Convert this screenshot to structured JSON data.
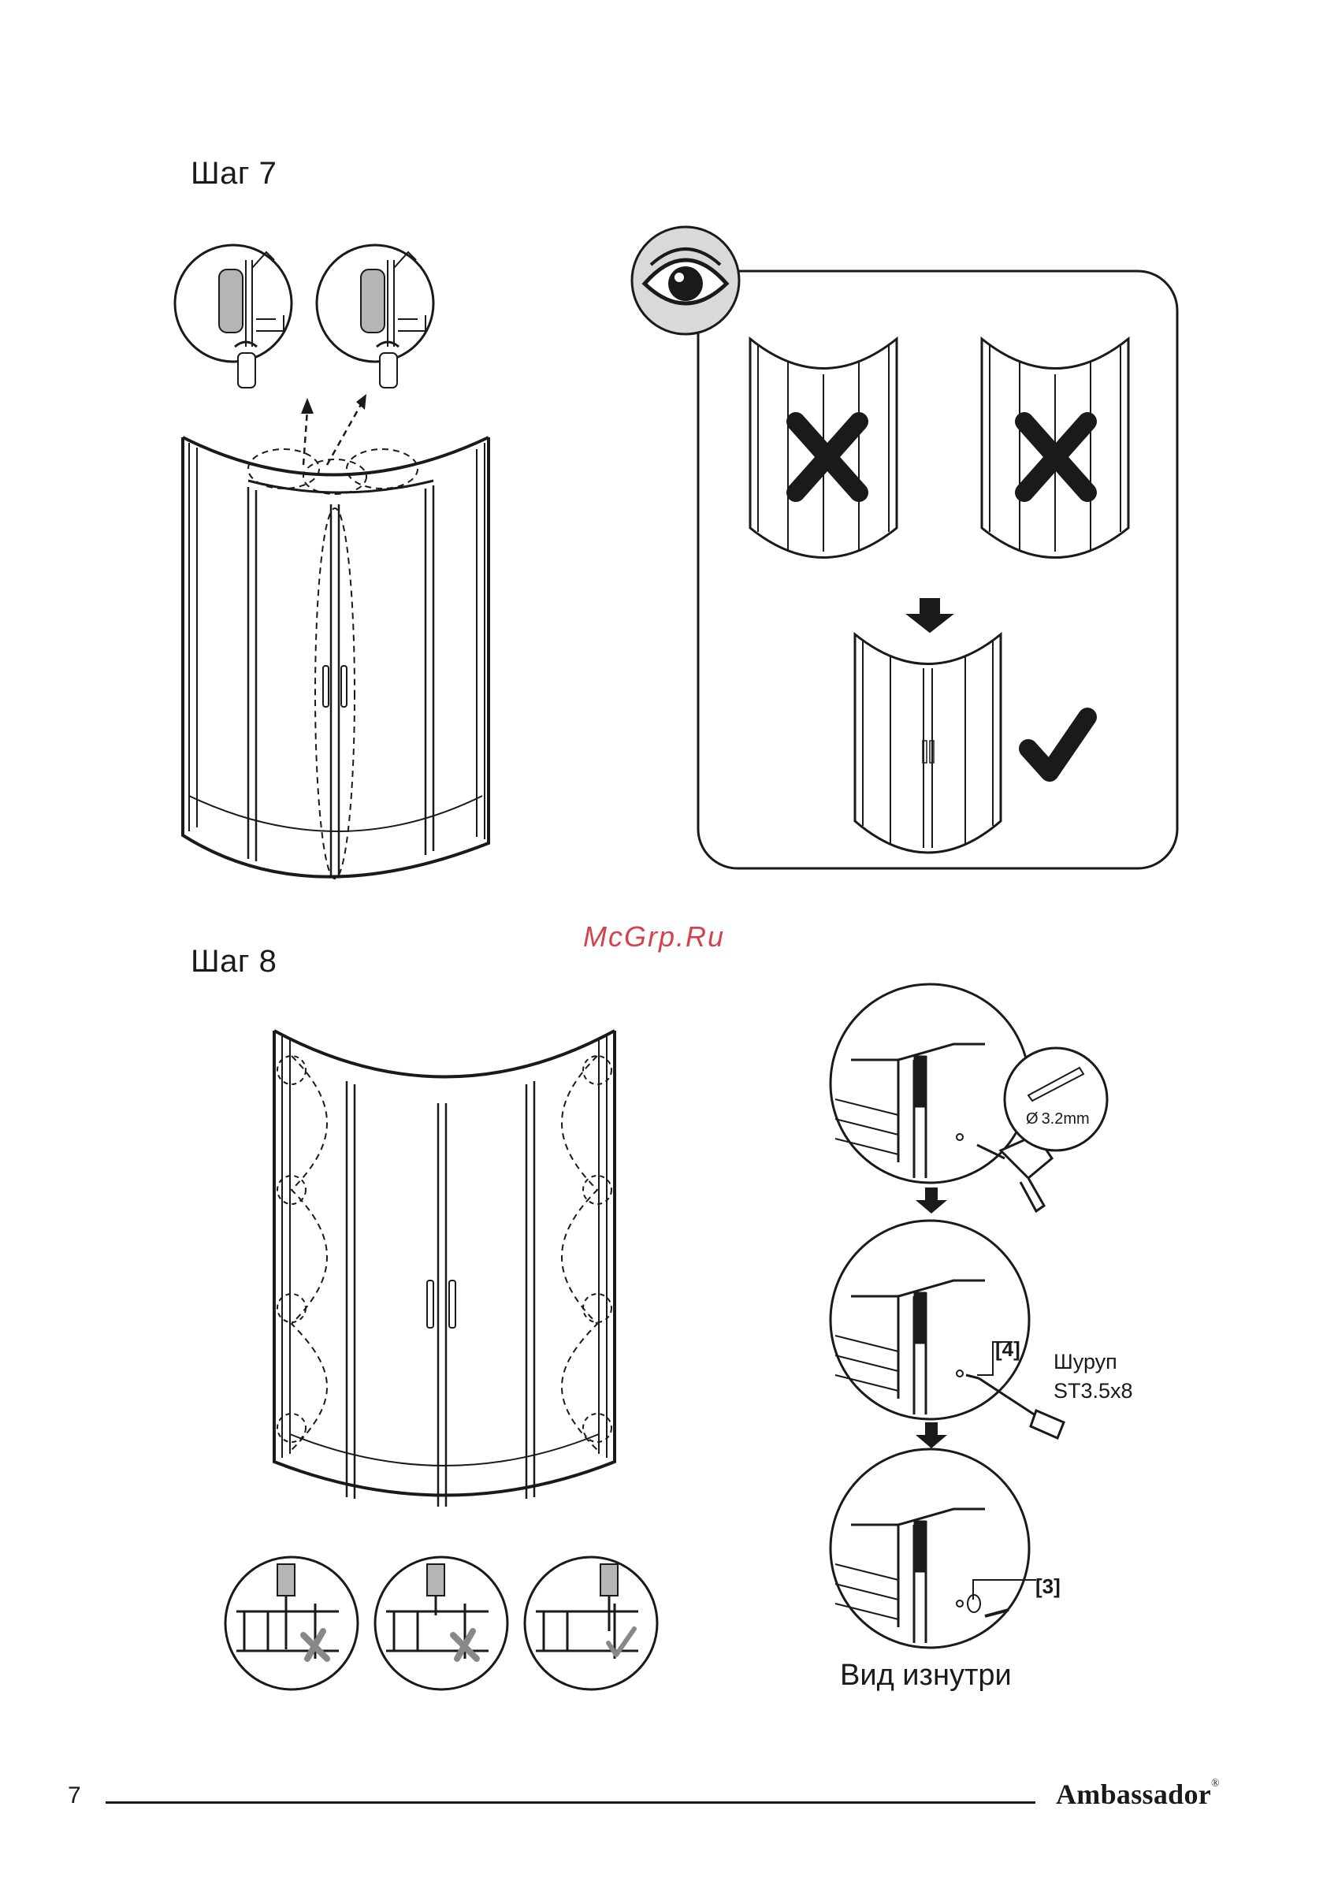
{
  "step7": {
    "title": "Шаг 7"
  },
  "watermark": "McGrp.Ru",
  "step8": {
    "title": "Шаг 8",
    "drill_size": "3.2mm",
    "drill_symbol": "Ø",
    "label_4": "[4]",
    "screw_name": "Шуруп",
    "screw_spec": "ST3.5x8",
    "label_3": "[3]",
    "inside_view": "Вид изнутри"
  },
  "footer": {
    "page_number": "7",
    "brand": "Ambassador",
    "brand_mark": "®"
  },
  "colors": {
    "ink": "#1a1a1a",
    "grey": "#b5b5b5",
    "watermark": "#d4434d"
  },
  "icons": [
    "eye-icon",
    "cross-icon",
    "check-icon",
    "arrow-down-icon",
    "drill-icon",
    "screwdriver-icon",
    "drill-bit-icon"
  ]
}
